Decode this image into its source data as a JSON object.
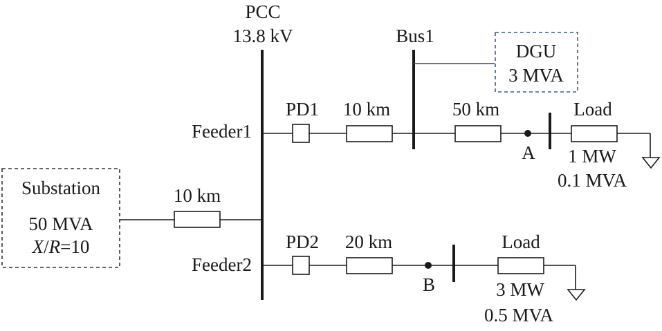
{
  "colors": {
    "line": "#1a1a1a",
    "dgu_link": "#2e4a7d",
    "dgu_border": "#3a5a8c"
  },
  "pcc": {
    "name": "PCC",
    "voltage": "13.8 kV"
  },
  "substation": {
    "name": "Substation",
    "rating": "50 MVA",
    "xr_x": "X",
    "xr_slash": "/",
    "xr_r": "R",
    "xr_value": "=10",
    "line_length": "10 km"
  },
  "feeder1": {
    "name": "Feeder1",
    "protection": "PD1",
    "line1_length": "10 km",
    "bus": "Bus1",
    "line2_length": "50 km",
    "point": "A",
    "load_label": "Load",
    "load_p": "1 MW",
    "load_q": "0.1 MVA"
  },
  "dgu": {
    "name": "DGU",
    "rating": "3 MVA"
  },
  "feeder2": {
    "name": "Feeder2",
    "protection": "PD2",
    "line_length": "20 km",
    "point": "B",
    "load_label": "Load",
    "load_p": "3 MW",
    "load_q": "0.5 MVA"
  }
}
